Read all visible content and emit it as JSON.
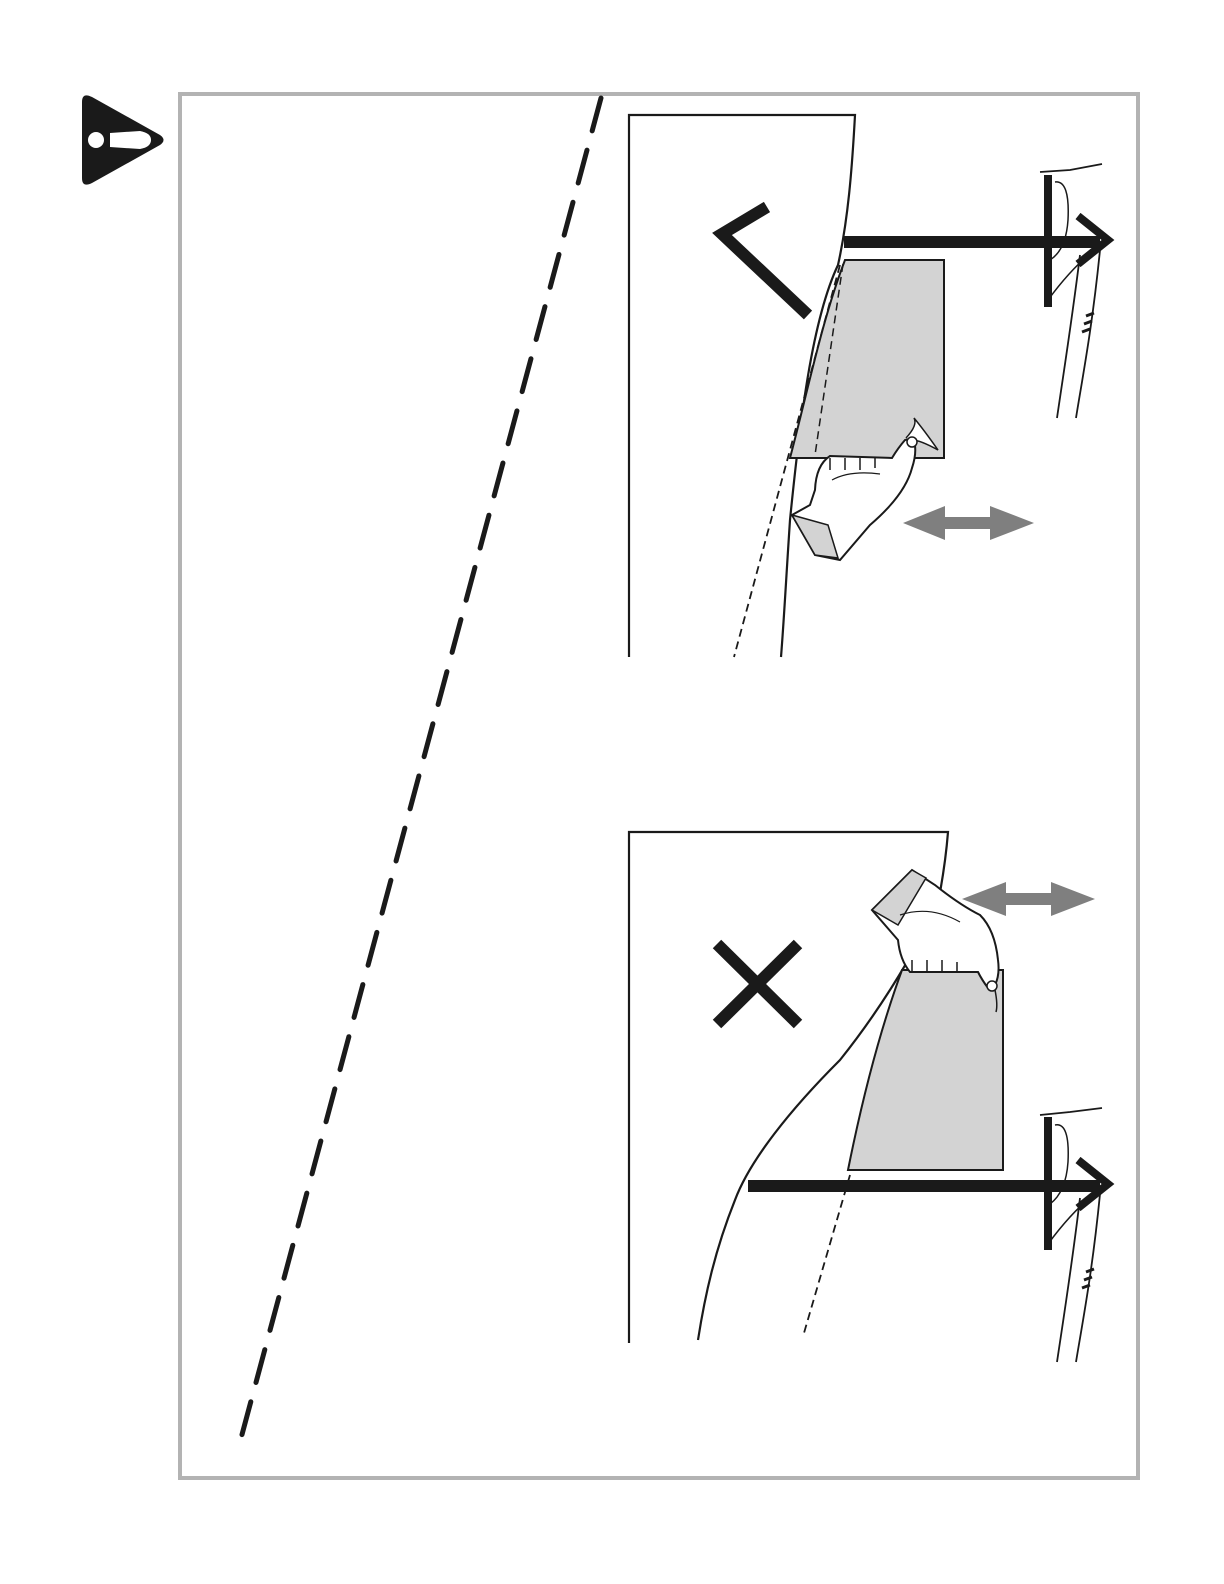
{
  "page": {
    "warning_symbol": "warning-exclamation-icon",
    "frame_color": "#b3b3b3",
    "ink_color": "#1a1a1a",
    "panel_fill": "#d3d3d3",
    "arrow_color": "#7f7f7f"
  },
  "panels": [
    {
      "id": "correct",
      "verdict_icon": "checkmark-icon",
      "rail_position": "top",
      "motion_arrow_icon": "double-arrow-icon"
    },
    {
      "id": "incorrect",
      "verdict_icon": "cross-icon",
      "rail_position": "bottom",
      "motion_arrow_icon": "double-arrow-icon"
    }
  ]
}
